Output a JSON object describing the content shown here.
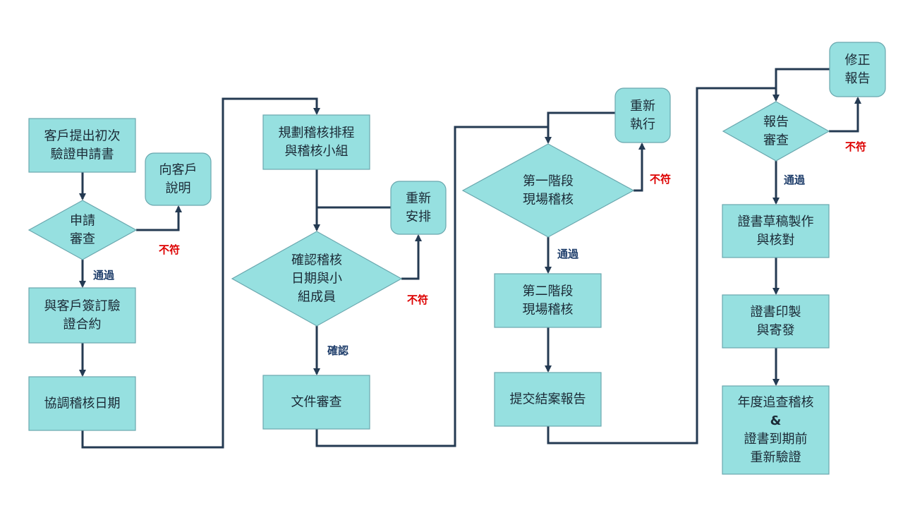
{
  "colors": {
    "fill": "#96e0e0",
    "stroke": "#6aa7ae",
    "connector": "#243a52",
    "pass_label": "#1f3e6b",
    "fail_label": "#dd0000"
  },
  "nodes": {
    "n1": [
      "客戶提出初次",
      "驗證申請書"
    ],
    "n2": [
      "申請",
      "審查"
    ],
    "n3": [
      "向客戶",
      "說明"
    ],
    "n4": [
      "與客戶簽訂驗",
      "證合約"
    ],
    "n5": [
      "協調稽核日期"
    ],
    "n6": [
      "規劃稽核排程",
      "與稽核小組"
    ],
    "n7": [
      "重新",
      "安排"
    ],
    "n8": [
      "確認稽核",
      "日期與小",
      "組成員"
    ],
    "n9": [
      "文件審查"
    ],
    "n10": [
      "重新",
      "執行"
    ],
    "n11": [
      "第一階段",
      "現場稽核"
    ],
    "n12": [
      "第二階段",
      "現場稽核"
    ],
    "n13": [
      "提交結案報告"
    ],
    "n14": [
      "修正",
      "報告"
    ],
    "n15": [
      "報告",
      "審查"
    ],
    "n16": [
      "證書草稿製作",
      "與核對"
    ],
    "n17": [
      "證書印製",
      "與寄發"
    ],
    "n18": [
      "年度追查稽核",
      "&",
      "證書到期前",
      "重新驗證"
    ]
  },
  "labels": {
    "l1": "不符",
    "l2": "通過",
    "l3": "不符",
    "l4": "確認",
    "l5": "不符",
    "l6": "通過",
    "l7": "不符",
    "l8": "通過"
  }
}
